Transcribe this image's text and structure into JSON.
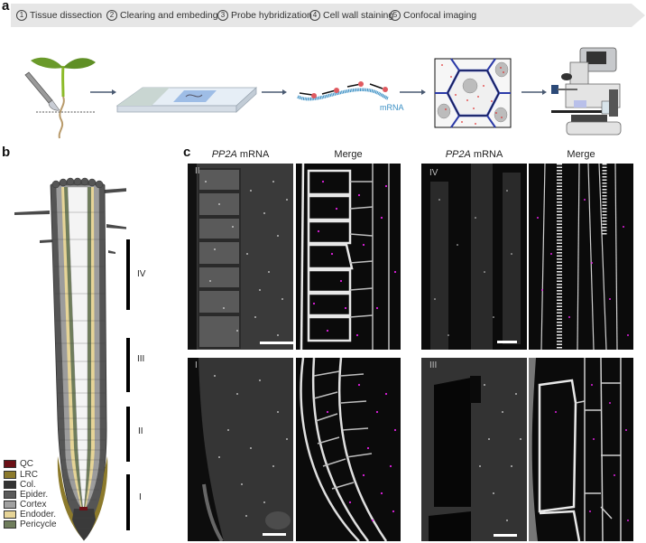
{
  "panels": {
    "a": {
      "letter": "a"
    },
    "b": {
      "letter": "b"
    },
    "c": {
      "letter": "c"
    }
  },
  "workflow": {
    "steps": [
      {
        "num": "1",
        "label": "Tissue dissection"
      },
      {
        "num": "2",
        "label": "Clearing and embeding"
      },
      {
        "num": "3",
        "label": "Probe hybridization"
      },
      {
        "num": "4",
        "label": "Cell wall staining"
      },
      {
        "num": "5",
        "label": "Confocal imaging"
      }
    ],
    "illustrations": [
      {
        "name": "seedling-with-scalpel"
      },
      {
        "name": "glass-slide-with-sample"
      },
      {
        "name": "probe-on-mrna",
        "label": "mRNA"
      },
      {
        "name": "stained-cells"
      },
      {
        "name": "confocal-microscope"
      }
    ],
    "colors": {
      "banner": "#e6e6e6",
      "arrow": "#4a5a72",
      "mrna": "#3a8fc4",
      "probe_dot": "#e05a60",
      "cell_wall": "#2b3aa8"
    }
  },
  "root_diagram": {
    "zones": [
      {
        "label": "IV"
      },
      {
        "label": "III"
      },
      {
        "label": "II"
      },
      {
        "label": "I"
      }
    ],
    "legend": [
      {
        "label": "QC",
        "color": "#6b1016"
      },
      {
        "label": "LRC",
        "color": "#8c7a2c"
      },
      {
        "label": "Col.",
        "color": "#333333"
      },
      {
        "label": "Epider.",
        "color": "#5a5a5a"
      },
      {
        "label": "Cortex",
        "color": "#a0a0a0"
      },
      {
        "label": "Endoder.",
        "color": "#e6d497"
      },
      {
        "label": "Pericycle",
        "color": "#6f7d5c"
      }
    ]
  },
  "micrographs": {
    "column_titles": {
      "gene": "PP2A",
      "suffix": " mRNA",
      "merge": "Merge"
    },
    "panels": [
      {
        "zone": "II",
        "channel": "PP2A mRNA"
      },
      {
        "zone": "II",
        "channel": "Merge"
      },
      {
        "zone": "IV",
        "channel": "PP2A mRNA"
      },
      {
        "zone": "IV",
        "channel": "Merge"
      },
      {
        "zone": "I",
        "channel": "PP2A mRNA"
      },
      {
        "zone": "I",
        "channel": "Merge"
      },
      {
        "zone": "III",
        "channel": "PP2A mRNA"
      },
      {
        "zone": "III",
        "channel": "Merge"
      }
    ],
    "colors": {
      "mrna_signal": "#e020e0",
      "cell_wall": "#e8e8e8"
    }
  }
}
